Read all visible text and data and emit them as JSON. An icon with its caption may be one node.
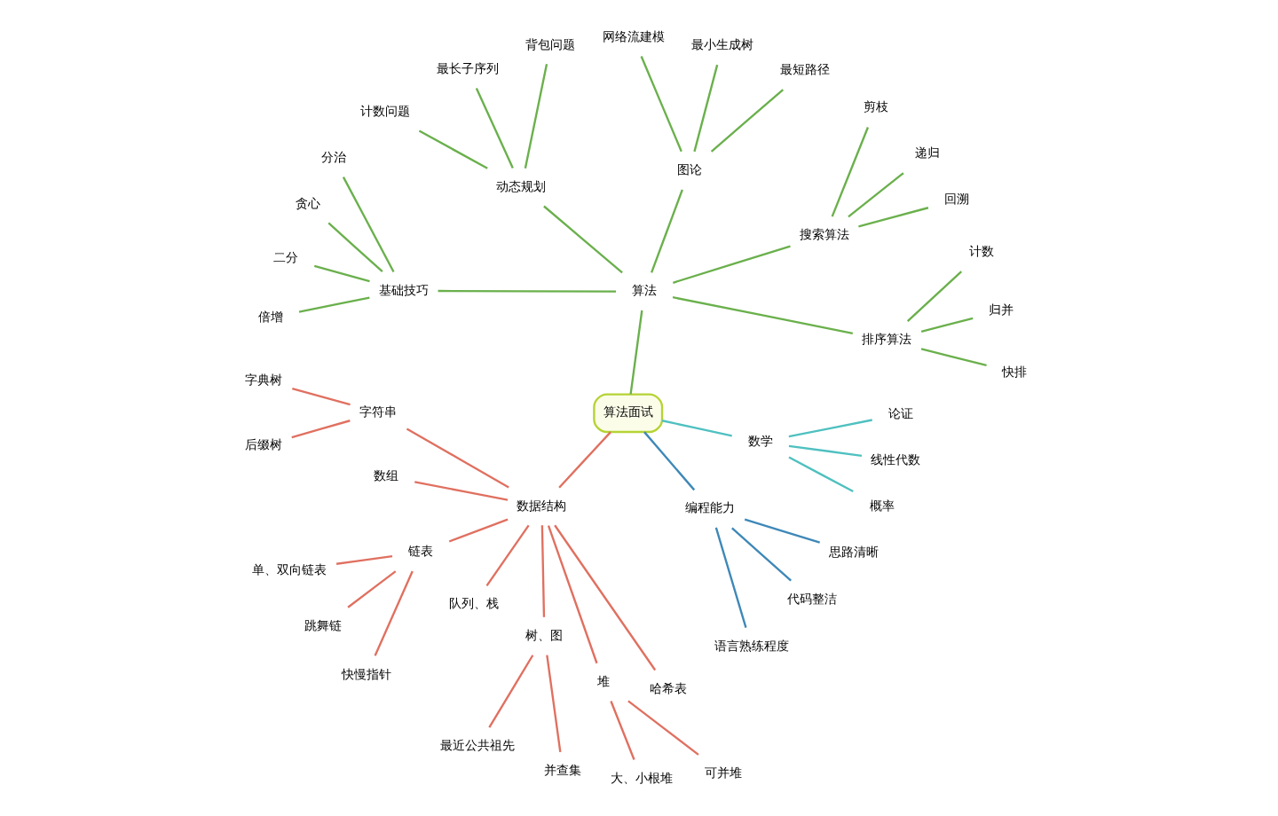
{
  "diagram": {
    "nodes": [
      {
        "text": [
          "算法面试"
        ]
      },
      {
        "text": [
          "算法"
        ]
      },
      {
        "text": [
          "排序算法"
        ]
      },
      {
        "text": [
          "快排"
        ]
      },
      {
        "text": [
          "归并"
        ]
      },
      {
        "text": [
          "计数"
        ]
      },
      {
        "text": [
          "搜索算法"
        ]
      },
      {
        "text": [
          "回溯"
        ]
      },
      {
        "text": [
          "递归"
        ]
      },
      {
        "text": [
          "剪枝"
        ]
      },
      {
        "text": [
          "图论"
        ]
      },
      {
        "text": [
          "最短路径"
        ]
      },
      {
        "text": [
          "最小生成树"
        ]
      },
      {
        "text": [
          "网络流建模"
        ]
      },
      {
        "text": [
          "动态规划"
        ]
      },
      {
        "text": [
          "背包问题"
        ]
      },
      {
        "text": [
          "最长子序列"
        ]
      },
      {
        "text": [
          "计数问题"
        ]
      },
      {
        "text": [
          "基础技巧"
        ]
      },
      {
        "text": [
          "分治"
        ]
      },
      {
        "text": [
          "贪心"
        ]
      },
      {
        "text": [
          "二分"
        ]
      },
      {
        "text": [
          "倍增"
        ]
      },
      {
        "text": [
          "数据结构"
        ]
      },
      {
        "text": [
          "字符串"
        ]
      },
      {
        "text": [
          "字典树"
        ]
      },
      {
        "text": [
          "后缀树"
        ]
      },
      {
        "text": [
          "数组"
        ]
      },
      {
        "text": [
          "链表"
        ]
      },
      {
        "text": [
          "单、双向链表"
        ]
      },
      {
        "text": [
          "跳舞链"
        ]
      },
      {
        "text": [
          "快慢指针"
        ]
      },
      {
        "text": [
          "队列、栈"
        ]
      },
      {
        "text": [
          "树、图"
        ]
      },
      {
        "text": [
          "最近公共祖先"
        ]
      },
      {
        "text": [
          "并查集"
        ]
      },
      {
        "text": [
          "堆"
        ]
      },
      {
        "text": [
          "大、小根堆"
        ]
      },
      {
        "text": [
          "可并堆"
        ]
      },
      {
        "text": [
          "哈希表"
        ]
      },
      {
        "text": [
          "编程能力"
        ]
      },
      {
        "text": [
          "语言熟练程度"
        ]
      },
      {
        "text": [
          "代码整洁"
        ]
      },
      {
        "text": [
          "思路清晰"
        ]
      },
      {
        "text": [
          "数学"
        ]
      },
      {
        "text": [
          "概率"
        ]
      },
      {
        "text": [
          "线性代数"
        ]
      },
      {
        "text": [
          "论证"
        ]
      }
    ],
    "edges": [
      {
        "from": 0,
        "to": 1,
        "arrow": "none"
      },
      {
        "from": 1,
        "to": 2,
        "arrow": "none"
      },
      {
        "from": 2,
        "to": 3,
        "arrow": "none"
      },
      {
        "from": 2,
        "to": 4,
        "arrow": "none"
      },
      {
        "from": 2,
        "to": 5,
        "arrow": "none"
      },
      {
        "from": 1,
        "to": 6,
        "arrow": "none"
      },
      {
        "from": 6,
        "to": 7,
        "arrow": "none"
      },
      {
        "from": 6,
        "to": 8,
        "arrow": "none"
      },
      {
        "from": 6,
        "to": 9,
        "arrow": "none"
      },
      {
        "from": 1,
        "to": 10,
        "arrow": "none"
      },
      {
        "from": 10,
        "to": 11,
        "arrow": "none"
      },
      {
        "from": 10,
        "to": 12,
        "arrow": "none"
      },
      {
        "from": 10,
        "to": 13,
        "arrow": "none"
      },
      {
        "from": 1,
        "to": 14,
        "arrow": "none"
      },
      {
        "from": 14,
        "to": 15,
        "arrow": "none"
      },
      {
        "from": 14,
        "to": 16,
        "arrow": "none"
      },
      {
        "from": 14,
        "to": 17,
        "arrow": "none"
      },
      {
        "from": 1,
        "to": 18,
        "arrow": "none"
      },
      {
        "from": 18,
        "to": 19,
        "arrow": "none"
      },
      {
        "from": 18,
        "to": 20,
        "arrow": "none"
      },
      {
        "from": 18,
        "to": 21,
        "arrow": "none"
      },
      {
        "from": 18,
        "to": 22,
        "arrow": "none"
      },
      {
        "from": 0,
        "to": 23,
        "arrow": "none",
        "color": "#e07060"
      },
      {
        "from": 23,
        "to": 24,
        "arrow": "none",
        "color": "#e07060"
      },
      {
        "from": 24,
        "to": 25,
        "arrow": "none",
        "color": "#e07060"
      },
      {
        "from": 24,
        "to": 26,
        "arrow": "none",
        "color": "#e07060"
      },
      {
        "from": 23,
        "to": 27,
        "arrow": "none",
        "color": "#e07060"
      },
      {
        "from": 23,
        "to": 28,
        "arrow": "none",
        "color": "#e07060"
      },
      {
        "from": 28,
        "to": 29,
        "arrow": "none",
        "color": "#e07060"
      },
      {
        "from": 28,
        "to": 30,
        "arrow": "none",
        "color": "#e07060"
      },
      {
        "from": 28,
        "to": 31,
        "arrow": "none",
        "color": "#e07060"
      },
      {
        "from": 23,
        "to": 32,
        "arrow": "none",
        "color": "#e07060"
      },
      {
        "from": 23,
        "to": 33,
        "arrow": "none",
        "color": "#e07060"
      },
      {
        "from": 33,
        "to": 34,
        "arrow": "none",
        "color": "#e07060"
      },
      {
        "from": 33,
        "to": 35,
        "arrow": "none",
        "color": "#e07060"
      },
      {
        "from": 23,
        "to": 36,
        "arrow": "none",
        "color": "#e07060"
      },
      {
        "from": 36,
        "to": 37,
        "arrow": "none",
        "color": "#e07060"
      },
      {
        "from": 36,
        "to": 38,
        "arrow": "none",
        "color": "#e07060"
      },
      {
        "from": 23,
        "to": 39,
        "arrow": "none",
        "color": "#e07060"
      },
      {
        "from": 0,
        "to": 40,
        "arrow": "none",
        "color": "#3e88b8"
      },
      {
        "from": 40,
        "to": 41,
        "arrow": "none",
        "color": "#3e88b8"
      },
      {
        "from": 40,
        "to": 42,
        "arrow": "none",
        "color": "#3e88b8"
      },
      {
        "from": 40,
        "to": 43,
        "arrow": "none",
        "color": "#3e88b8"
      },
      {
        "from": 0,
        "to": 44,
        "arrow": "none",
        "color": "#4fc0c0"
      },
      {
        "from": 44,
        "to": 45,
        "arrow": "none",
        "color": "#4fc0c0"
      },
      {
        "from": 44,
        "to": 46,
        "arrow": "none",
        "color": "#4fc0c0"
      },
      {
        "from": 44,
        "to": 47,
        "arrow": "none",
        "color": "#4fc0c0"
      }
    ]
  }
}
